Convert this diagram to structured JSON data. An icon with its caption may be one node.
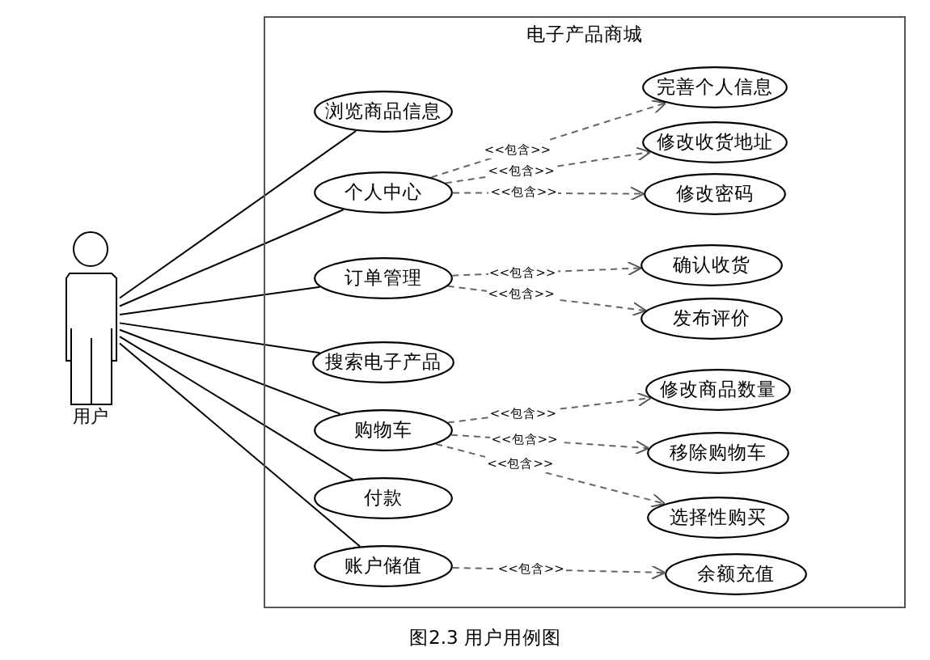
{
  "diagram": {
    "caption": "图2.3 用户用例图",
    "nodes": [
      {
        "text": [
          "电子产品商城"
        ]
      },
      {
        "text": [
          "用户"
        ]
      },
      {
        "text": [
          "浏览商品信息"
        ],
        "in": 0
      },
      {
        "text": [
          "个人中心"
        ],
        "in": 0
      },
      {
        "text": [
          "订单管理"
        ],
        "in": 0
      },
      {
        "text": [
          "搜索电子产品"
        ],
        "in": 0
      },
      {
        "text": [
          "购物车"
        ],
        "in": 0
      },
      {
        "text": [
          "付款"
        ],
        "in": 0
      },
      {
        "text": [
          "账户储值"
        ],
        "in": 0
      },
      {
        "text": [
          "完善个人信息"
        ],
        "in": 0
      },
      {
        "text": [
          "修改收货地址"
        ],
        "in": 0
      },
      {
        "text": [
          "修改密码"
        ],
        "in": 0
      },
      {
        "text": [
          "确认收货"
        ],
        "in": 0
      },
      {
        "text": [
          "发布评价"
        ],
        "in": 0
      },
      {
        "text": [
          "修改商品数量"
        ],
        "in": 0
      },
      {
        "text": [
          "移除购物车"
        ],
        "in": 0
      },
      {
        "text": [
          "选择性购买"
        ],
        "in": 0
      },
      {
        "text": [
          "余额充值"
        ],
        "in": 0
      }
    ],
    "edges": [
      {
        "from": 1,
        "to": 2,
        "arrow": "none",
        "color": "#000000"
      },
      {
        "from": 1,
        "to": 3,
        "arrow": "none",
        "color": "#000000"
      },
      {
        "from": 1,
        "to": 4,
        "arrow": "none",
        "color": "#000000"
      },
      {
        "from": 1,
        "to": 5,
        "arrow": "none",
        "color": "#000000"
      },
      {
        "from": 1,
        "to": 6,
        "arrow": "none",
        "color": "#000000"
      },
      {
        "from": 1,
        "to": 7,
        "arrow": "none",
        "color": "#000000"
      },
      {
        "from": 1,
        "to": 8,
        "arrow": "none",
        "color": "#000000"
      },
      {
        "from": 3,
        "to": 9,
        "arrow": "to",
        "label": "<<包含>>",
        "style": "dashed"
      },
      {
        "from": 3,
        "to": 10,
        "arrow": "to",
        "label": "<<包含>>",
        "style": "dashed"
      },
      {
        "from": 3,
        "to": 11,
        "arrow": "to",
        "label": "<<包含>>",
        "style": "dashed"
      },
      {
        "from": 4,
        "to": 12,
        "arrow": "to",
        "label": "<<包含>>",
        "style": "dashed"
      },
      {
        "from": 4,
        "to": 13,
        "arrow": "to",
        "label": "<<包含>>",
        "style": "dashed"
      },
      {
        "from": 6,
        "to": 14,
        "arrow": "to",
        "label": "<<包含>>",
        "style": "dashed"
      },
      {
        "from": 6,
        "to": 15,
        "arrow": "to",
        "label": "<<包含>>",
        "style": "dashed"
      },
      {
        "from": 6,
        "to": 16,
        "arrow": "to",
        "label": "<<包含>>",
        "style": "dashed"
      },
      {
        "from": 8,
        "to": 17,
        "arrow": "to",
        "label": "<<包含>>",
        "style": "dashed"
      }
    ]
  }
}
